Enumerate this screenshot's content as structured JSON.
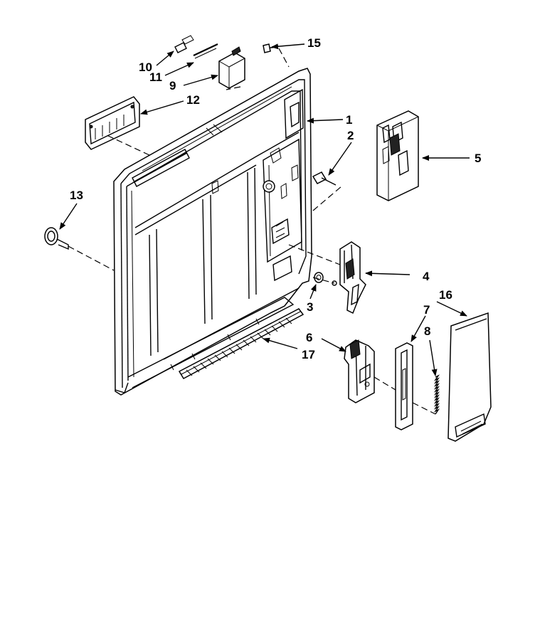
{
  "diagram": {
    "callouts": [
      {
        "id": "1",
        "label": "1"
      },
      {
        "id": "2",
        "label": "2"
      },
      {
        "id": "3",
        "label": "3"
      },
      {
        "id": "4",
        "label": "4"
      },
      {
        "id": "5",
        "label": "5"
      },
      {
        "id": "6",
        "label": "6"
      },
      {
        "id": "7",
        "label": "7"
      },
      {
        "id": "8",
        "label": "8"
      },
      {
        "id": "9",
        "label": "9"
      },
      {
        "id": "10",
        "label": "10"
      },
      {
        "id": "11",
        "label": "11"
      },
      {
        "id": "12",
        "label": "12"
      },
      {
        "id": "13",
        "label": "13"
      },
      {
        "id": "15",
        "label": "15"
      },
      {
        "id": "16",
        "label": "16"
      },
      {
        "id": "17",
        "label": "17"
      }
    ]
  }
}
